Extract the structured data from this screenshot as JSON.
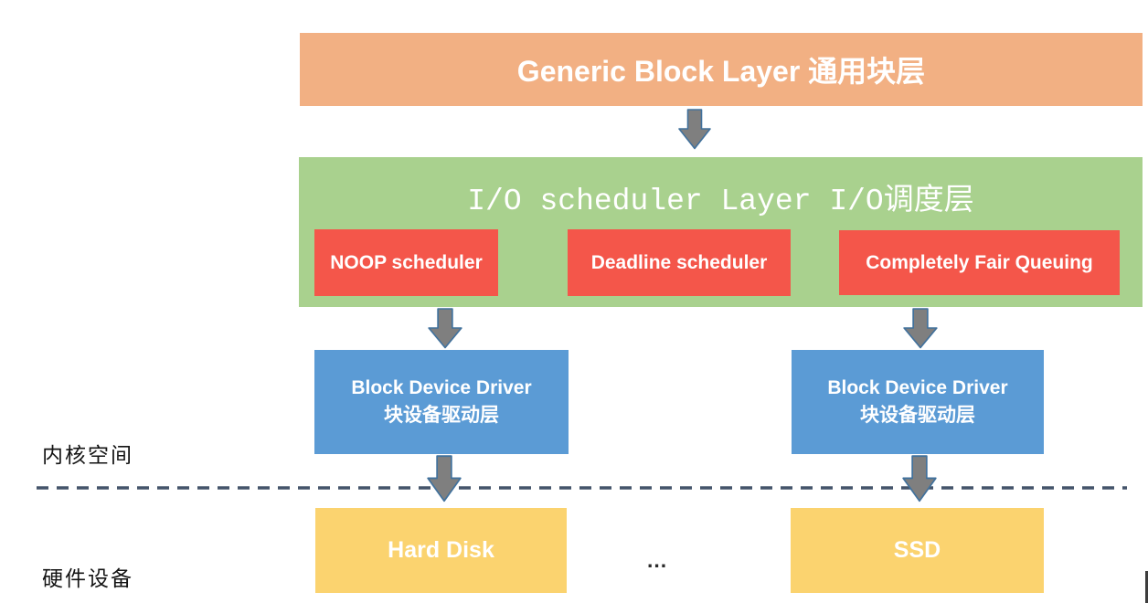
{
  "diagram": {
    "generic_block_layer": {
      "label": "Generic Block Layer 通用块层"
    },
    "io_scheduler_layer": {
      "label": "I/O scheduler Layer I/O调度层",
      "schedulers": [
        {
          "label": "NOOP scheduler"
        },
        {
          "label": "Deadline scheduler"
        },
        {
          "label": "Completely Fair Queuing"
        }
      ]
    },
    "block_device_drivers": [
      {
        "line1": "Block Device Driver",
        "line2": "块设备驱动层"
      },
      {
        "line1": "Block Device Driver",
        "line2": "块设备驱动层"
      }
    ],
    "devices": [
      {
        "label": "Hard Disk"
      },
      {
        "label": "SSD"
      }
    ],
    "ellipsis": "...",
    "region_labels": {
      "kernel_space": "内核空间",
      "hardware_devices": "硬件设备"
    },
    "colors": {
      "generic_block_layer": "#F2B083",
      "io_scheduler_layer": "#A9D18E",
      "scheduler_box": "#F4564A",
      "driver_box": "#5B9BD5",
      "device_box": "#FBD36F",
      "arrow_fill": "#7F7F7F",
      "arrow_stroke": "#41719C",
      "divider_line": "#44546A"
    }
  }
}
